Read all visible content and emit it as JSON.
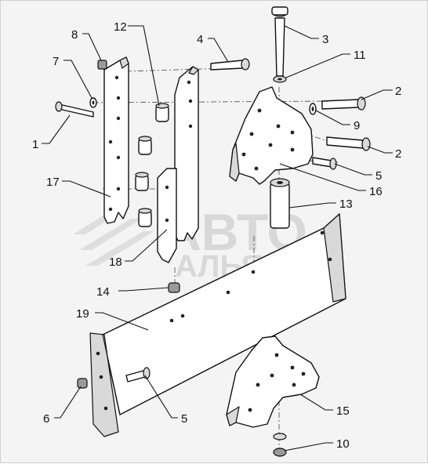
{
  "diagram": {
    "watermark": {
      "line1": "АВТО",
      "line2": "АЛЬЯНС"
    },
    "callouts": [
      "1",
      "2",
      "2",
      "3",
      "4",
      "5",
      "5",
      "6",
      "7",
      "8",
      "9",
      "10",
      "11",
      "12",
      "13",
      "14",
      "15",
      "16",
      "17",
      "18",
      "19"
    ]
  }
}
